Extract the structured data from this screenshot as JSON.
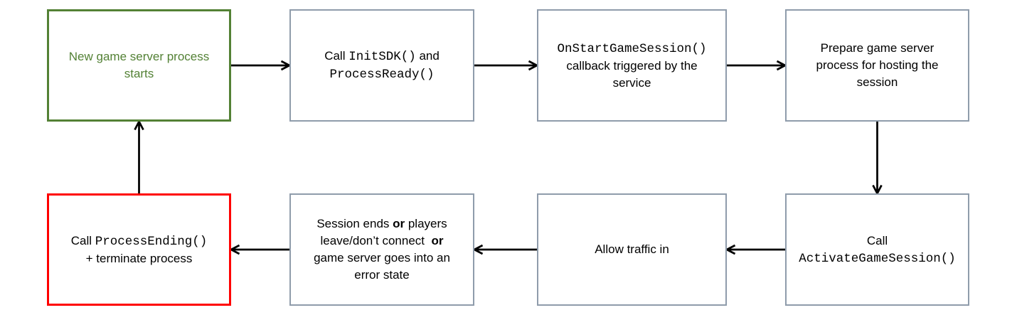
{
  "colors": {
    "success_border": "#538135",
    "success_text": "#538135",
    "danger_border": "#ff0000",
    "neutral_border": "#8f9cab",
    "text": "#000000",
    "arrow": "#000000"
  },
  "boxes": [
    {
      "id": "new-process",
      "variant": "success",
      "lines": [
        [
          {
            "t": "New game server process"
          }
        ],
        [
          {
            "t": "starts"
          }
        ]
      ]
    },
    {
      "id": "init-sdk",
      "variant": "neutral",
      "lines": [
        [
          {
            "t": "Call "
          },
          {
            "t": "InitSDK()",
            "mono": true
          },
          {
            "t": " and"
          }
        ],
        [
          {
            "t": "ProcessReady()",
            "mono": true
          }
        ]
      ]
    },
    {
      "id": "on-start-game-session",
      "variant": "neutral",
      "lines": [
        [
          {
            "t": "OnStartGameSession()",
            "mono": true
          }
        ],
        [
          {
            "t": "callback triggered by the"
          }
        ],
        [
          {
            "t": "service"
          }
        ]
      ]
    },
    {
      "id": "prepare-process",
      "variant": "neutral",
      "lines": [
        [
          {
            "t": "Prepare game server"
          }
        ],
        [
          {
            "t": "process for hosting the"
          }
        ],
        [
          {
            "t": "session"
          }
        ]
      ]
    },
    {
      "id": "process-ending",
      "variant": "danger",
      "lines": [
        [
          {
            "t": "Call "
          },
          {
            "t": "ProcessEnding()",
            "mono": true
          }
        ],
        [
          {
            "t": "+ terminate process"
          }
        ]
      ]
    },
    {
      "id": "session-ends",
      "variant": "neutral",
      "lines": [
        [
          {
            "t": "Session ends "
          },
          {
            "t": "or",
            "bold": true
          },
          {
            "t": " players"
          }
        ],
        [
          {
            "t": "leave/don’t connect  "
          },
          {
            "t": "or",
            "bold": true
          }
        ],
        [
          {
            "t": "game server goes into an"
          }
        ],
        [
          {
            "t": "error state"
          }
        ]
      ]
    },
    {
      "id": "allow-traffic",
      "variant": "neutral",
      "lines": [
        [
          {
            "t": "Allow traffic in"
          }
        ]
      ]
    },
    {
      "id": "activate-game-session",
      "variant": "neutral",
      "lines": [
        [
          {
            "t": "Call"
          }
        ],
        [
          {
            "t": "ActivateGameSession()",
            "mono": true
          }
        ]
      ]
    }
  ],
  "arrows": [
    {
      "from": "new-process",
      "to": "init-sdk",
      "dir": "right"
    },
    {
      "from": "init-sdk",
      "to": "on-start-game-session",
      "dir": "right"
    },
    {
      "from": "on-start-game-session",
      "to": "prepare-process",
      "dir": "right"
    },
    {
      "from": "prepare-process",
      "to": "activate-game-session",
      "dir": "down"
    },
    {
      "from": "activate-game-session",
      "to": "allow-traffic",
      "dir": "left"
    },
    {
      "from": "allow-traffic",
      "to": "session-ends",
      "dir": "left"
    },
    {
      "from": "session-ends",
      "to": "process-ending",
      "dir": "left"
    },
    {
      "from": "process-ending",
      "to": "new-process",
      "dir": "up"
    }
  ]
}
